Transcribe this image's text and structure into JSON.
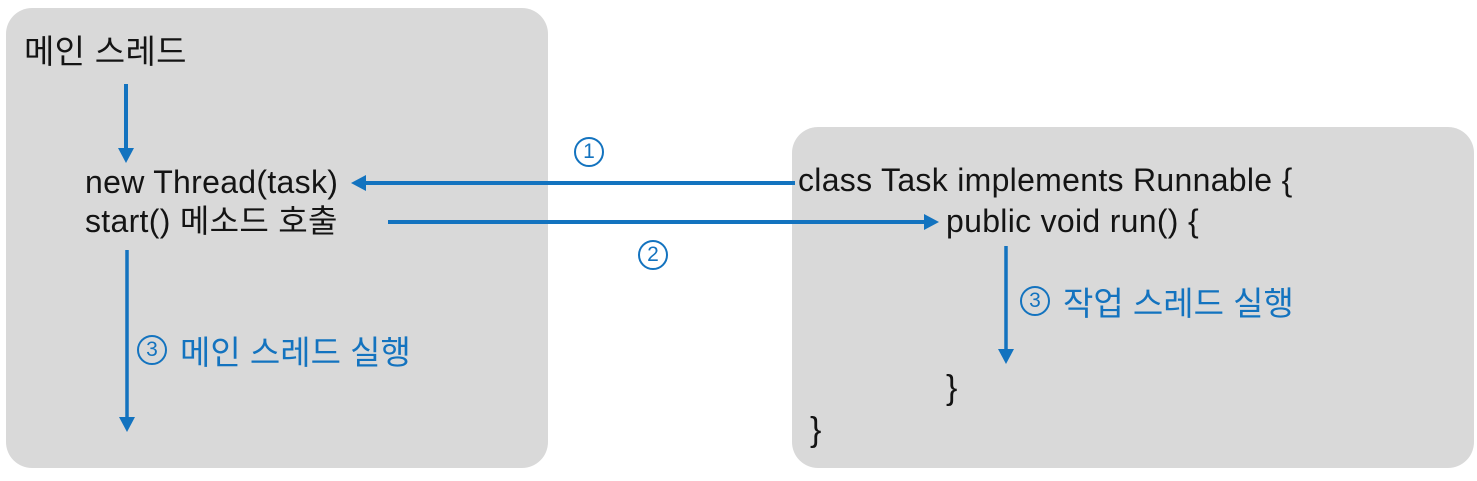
{
  "colors": {
    "accent": "#1373BF",
    "box_bg": "#D9D9D9",
    "ink": "#141414",
    "canvas": "#FFFFFF"
  },
  "left_box": {
    "title": "메인 스레드",
    "code_line1": "new Thread(task)",
    "code_line2": "start() 메소드 호출",
    "step": {
      "badge": "3",
      "label": "메인 스레드 실행"
    }
  },
  "right_box": {
    "code_line1": "class Task implements Runnable {",
    "code_line2": "public void run() {",
    "step": {
      "badge": "3",
      "label": "작업 스레드 실행"
    },
    "close_brace_inner": "}",
    "close_brace_outer": "}"
  },
  "connectors": {
    "badge1": "1",
    "badge2": "2"
  }
}
